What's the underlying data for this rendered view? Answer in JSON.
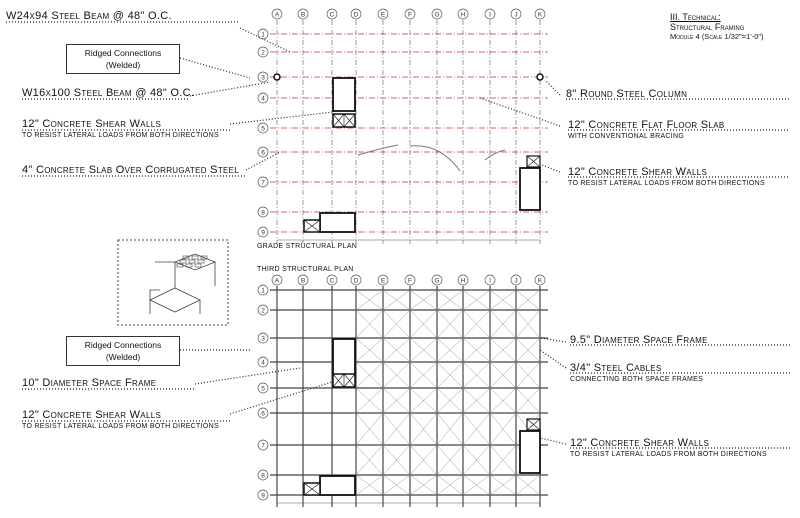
{
  "title": {
    "line1": "III. Technical:",
    "line2": "Structural Framing",
    "line3": "Module 4 (Scale 1/32\"=1'-0\")"
  },
  "columns": [
    "A",
    "B",
    "C",
    "D",
    "E",
    "F",
    "G",
    "H",
    "I",
    "J",
    "K"
  ],
  "rows": [
    "1",
    "2",
    "3",
    "4",
    "5",
    "6",
    "7",
    "8",
    "9"
  ],
  "grade_plan": {
    "caption": "Grade Structural Plan",
    "labels": {
      "beam_top": "W24x94 Steel Beam @ 48\" O.C.",
      "ridged": "Ridged Connections",
      "welded": "(Welded)",
      "beam_mid": "W16x100 Steel Beam @ 48\" O.C.",
      "shear_left": "12\" Concrete Shear Walls",
      "shear_left_sub": "to resist Lateral Loads from both directions",
      "slab4": "4\" Concrete Slab Over Corrugated Steel",
      "column": "8\" Round Steel Column",
      "flat_slab": "12\" Concrete Flat Floor Slab",
      "flat_slab_sub": "with conventional bracing",
      "shear_right": "12\" Concrete Shear Walls",
      "shear_right_sub": "to resist Lateral Loads from both directions"
    }
  },
  "third_plan": {
    "caption": "Third Structural Plan",
    "labels": {
      "ridged": "Ridged Connections",
      "welded": "(Welded)",
      "space10": "10\" Diameter Space Frame",
      "shear_left": "12\" Concrete Shear Walls",
      "shear_left_sub": "to resist Lateral Loads from both directions",
      "space95": "9.5\" Diameter Space Frame",
      "cables": "3/4\" Steel Cables",
      "cables_sub": "connecting both space frames",
      "shear_right": "12\" Concrete Shear Walls",
      "shear_right_sub": "to resist Lateral Loads from both directions"
    }
  }
}
